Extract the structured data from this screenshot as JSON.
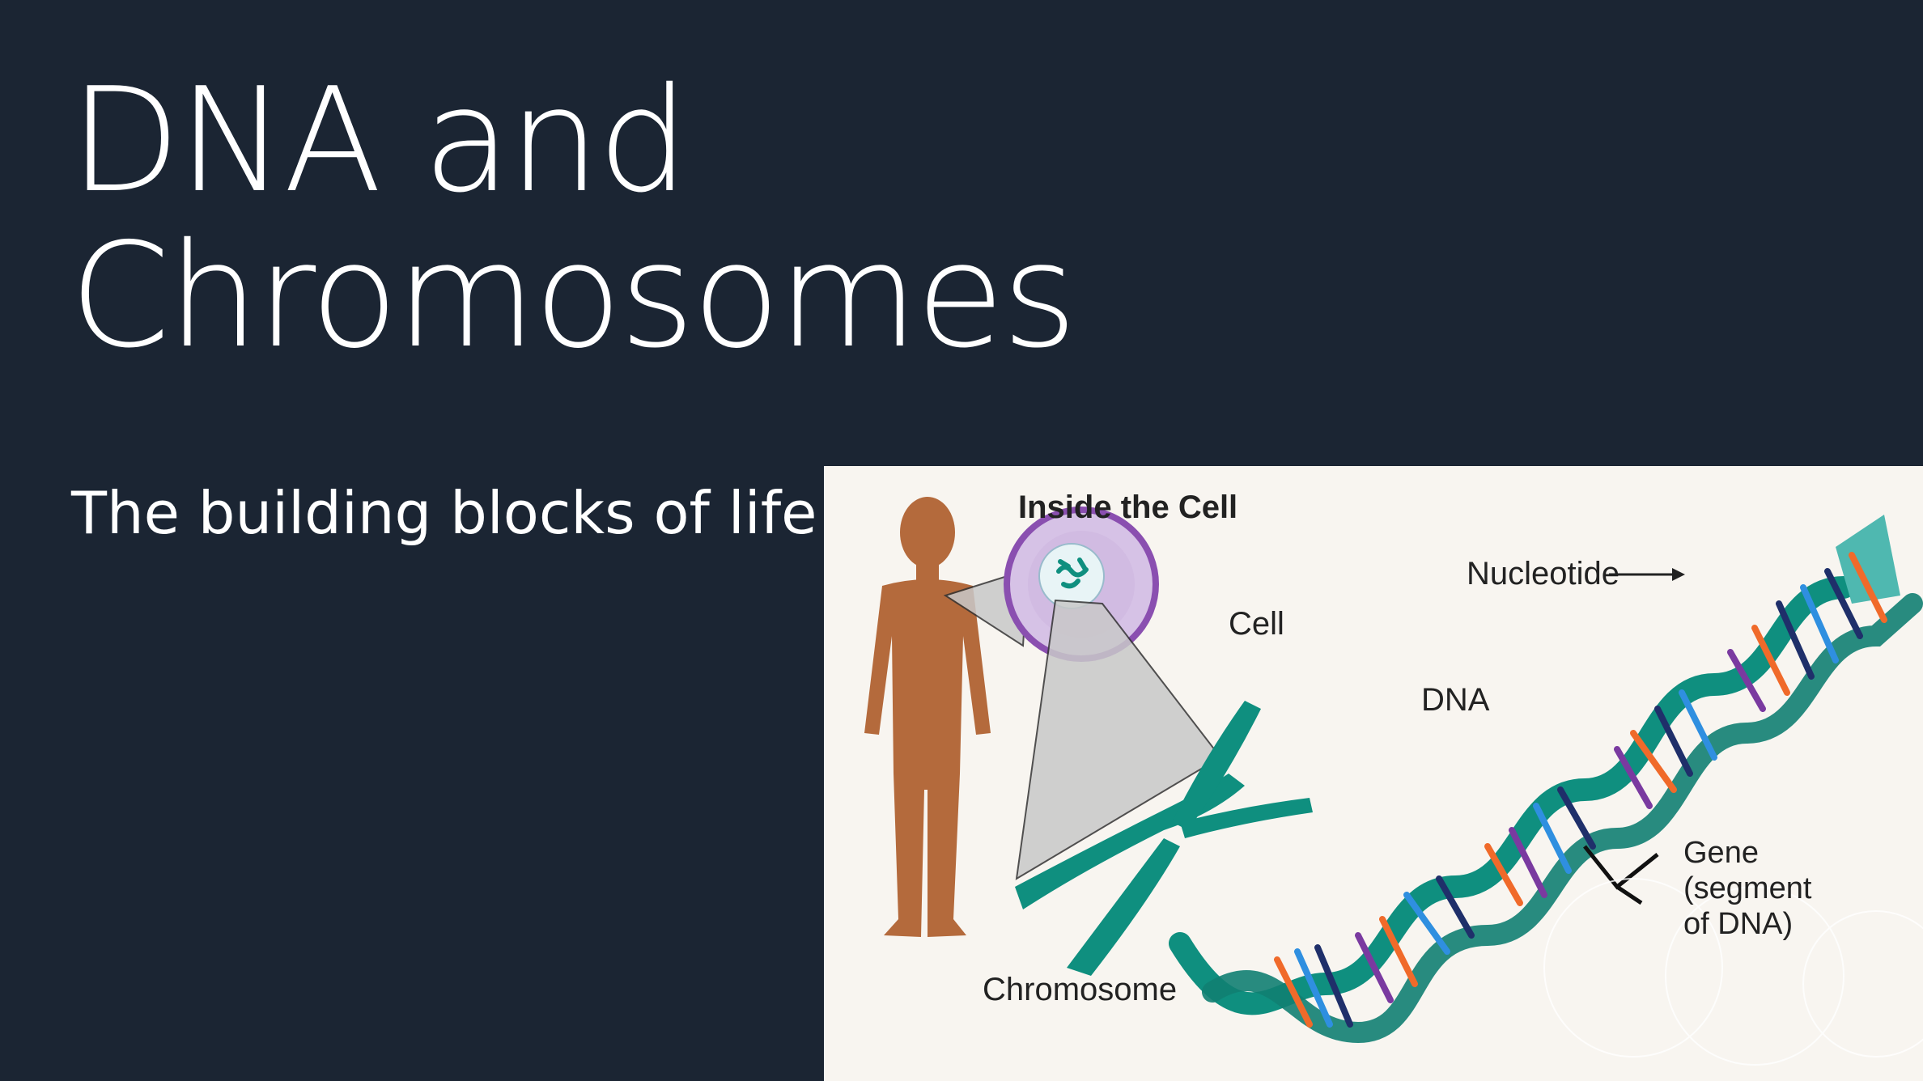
{
  "slide": {
    "title_line1": "DNA and",
    "title_line2": "Chromosomes",
    "subtitle": "The building blocks of life"
  },
  "diagram": {
    "heading": "Inside the Cell",
    "labels": {
      "cell": "Cell",
      "chromosome": "Chromosome",
      "dna": "DNA",
      "nucleotide": "Nucleotide",
      "gene_line1": "Gene",
      "gene_line2": "(segment",
      "gene_line3": "of DNA)"
    },
    "colors": {
      "background": "#1b2533",
      "panel": "#f8f5f0",
      "human": "#b46a3c",
      "cell_membrane": "#8a4fb0",
      "cell_fill": "#d6c2e6",
      "helix": "#0f8f7f",
      "base_orange": "#f06a2a",
      "base_blue": "#2f8fe0",
      "base_navy": "#1f2f6a",
      "base_purple": "#7a3aa0"
    }
  }
}
